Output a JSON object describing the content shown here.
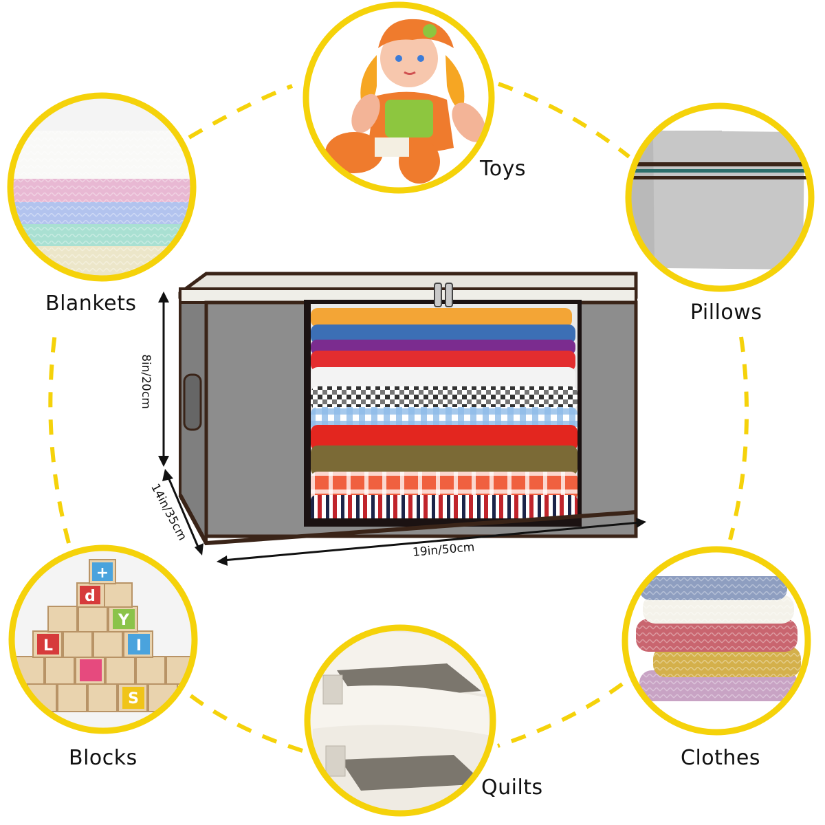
{
  "theme": {
    "ring_color": "#F5D20A",
    "dash_color": "#F5D20A",
    "bag_gray": "#8d8d8d",
    "trim": "#3a2418"
  },
  "items": {
    "toys": "Toys",
    "pillows": "Pillows",
    "blankets": "Blankets",
    "blocks": "Blocks",
    "quilts": "Quilts",
    "clothes": "Clothes"
  },
  "dimensions": {
    "height": "8in/20cm",
    "depth": "14in/35cm",
    "width": "19in/50cm"
  },
  "blocks_letters": [
    "+",
    "d",
    "Y",
    "L",
    "I",
    "S"
  ]
}
